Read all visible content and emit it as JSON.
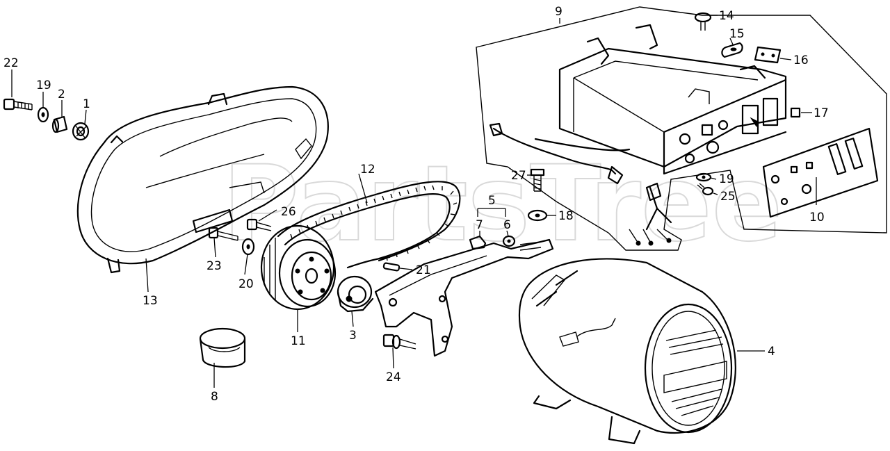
{
  "diagram": {
    "watermark": "PartsTree",
    "colors": {
      "ink": "#000000",
      "background": "#ffffff",
      "watermark": "#d9d9d9"
    },
    "callouts": {
      "c1": "1",
      "c2": "2",
      "c3": "3",
      "c4": "4",
      "c5": "5",
      "c6": "6",
      "c7": "7",
      "c8": "8",
      "c9": "9",
      "c10": "10",
      "c11": "11",
      "c12": "12",
      "c13": "13",
      "c14": "14",
      "c15": "15",
      "c16": "16",
      "c17": "17",
      "c18": "18",
      "c19a": "19",
      "c19b": "19",
      "c20": "20",
      "c21": "21",
      "c22": "22",
      "c23": "23",
      "c24": "24",
      "c25": "25",
      "c26": "26",
      "c27": "27"
    }
  }
}
